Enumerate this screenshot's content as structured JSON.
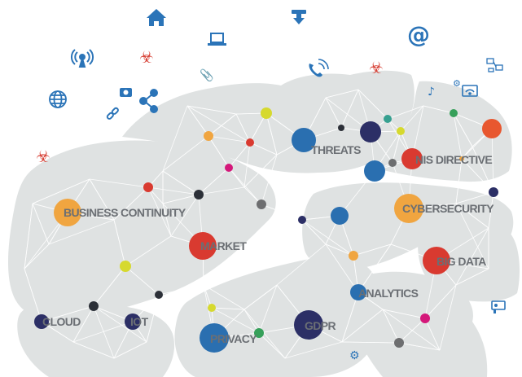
{
  "colors": {
    "brain": "#dfe2e2",
    "network_line": "#ffffff",
    "label": "#6b6f74",
    "icon_blue": "#2b74b8",
    "icon_red": "#d8453a",
    "orange": "#f0a540",
    "red": "#d93a30",
    "blue": "#2a6fb0",
    "navy": "#2c2f66",
    "yellow": "#d6d92e",
    "magenta": "#d4187a",
    "green": "#36a05a",
    "gray": "#6d6e70",
    "dark": "#2c3038"
  },
  "labels": {
    "business_continuity": "BUSINESS CONTINUITY",
    "market": "MARKET",
    "threats": "THREATS",
    "nis_directive": "NIS DIRECTIVE",
    "cybersecurity": "CYBERSECURITY",
    "big_data": "BIG DATA",
    "analytics": "ANALYTICS",
    "cloud": "CLOUD",
    "iot": "IOT",
    "privacy": "PRIVACY",
    "gdpr": "GDPR"
  },
  "icons": [
    "home-icon",
    "download-icon",
    "laptop-icon",
    "at-sign-icon",
    "wifi-tower-icon",
    "biohazard-icon",
    "phone-icon",
    "paperclip-icon",
    "camera-icon",
    "share-icon",
    "globe-icon",
    "link-icon",
    "music-note-icon",
    "settings-icon",
    "monitor-wifi-icon",
    "network-icon",
    "cctv-icon"
  ]
}
